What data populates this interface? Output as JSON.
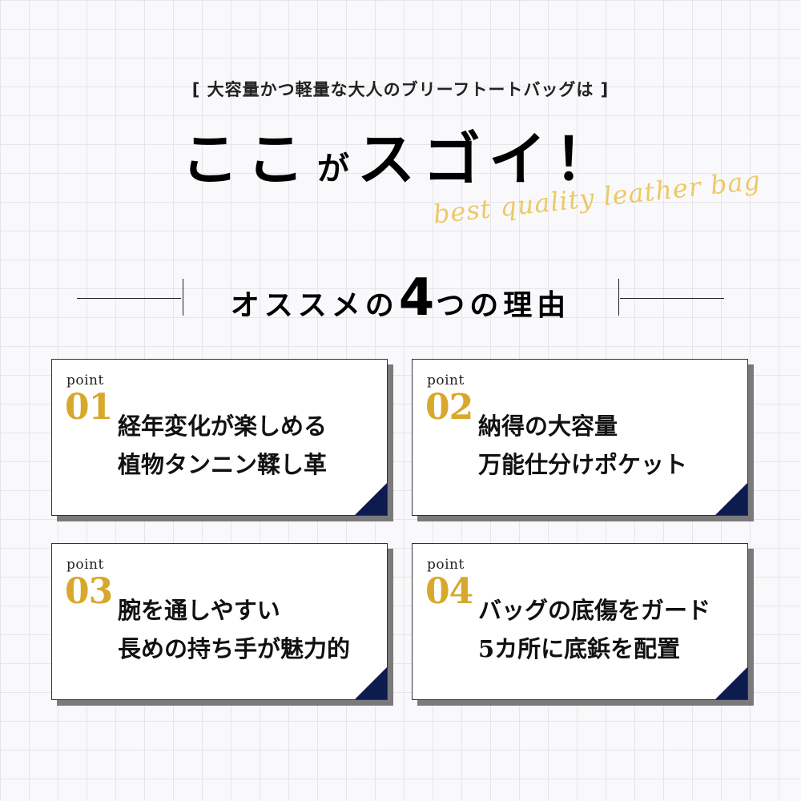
{
  "header": {
    "subtitle": "[ 大容量かつ軽量な大人のブリーフトートバッグは ]",
    "headline_a": "ここ",
    "headline_b": "が",
    "headline_c": "スゴイ！",
    "script_text": "best quality leather bag"
  },
  "section": {
    "title_a": "オススメの",
    "title_num": "4",
    "title_b": "つの理由"
  },
  "points": [
    {
      "label": "point",
      "number": "01",
      "line1": "経年変化が楽しめる",
      "line2": "植物タンニン鞣し革"
    },
    {
      "label": "point",
      "number": "02",
      "line1": "納得の大容量",
      "line2": "万能仕分けポケット"
    },
    {
      "label": "point",
      "number": "03",
      "line1": "腕を通しやすい",
      "line2": "長めの持ち手が魅力的"
    },
    {
      "label": "point",
      "number": "04",
      "line1": "バッグの底傷をガード",
      "line2": "5カ所に底鋲を配置"
    }
  ],
  "colors": {
    "accent_gold": "#d7a82b",
    "script_gold": "#ecc966",
    "corner_navy": "#0d1b4f"
  }
}
